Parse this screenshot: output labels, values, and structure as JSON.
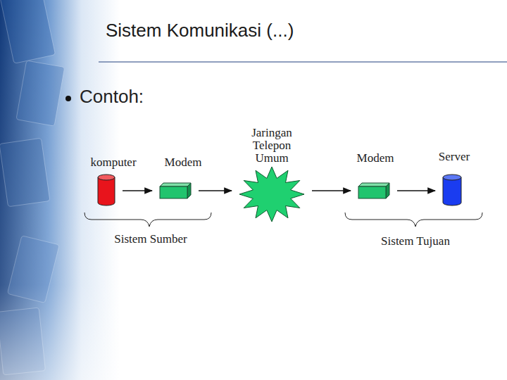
{
  "diagram": {
    "title": "Sistem Komunikasi (...)",
    "nodes": [
      {
        "text": [
          "komputer"
        ]
      },
      {
        "text": [
          "Modem"
        ]
      },
      {
        "text": [
          "Jaringan Telepon Umum"
        ]
      },
      {
        "text": [
          "Modem"
        ]
      },
      {
        "text": [
          "Server"
        ]
      }
    ],
    "edges": [
      {
        "from": 0,
        "to": 1,
        "arrow": "to"
      },
      {
        "from": 1,
        "to": 2,
        "arrow": "to"
      },
      {
        "from": 2,
        "to": 3,
        "arrow": "to"
      },
      {
        "from": 3,
        "to": 4,
        "arrow": "to"
      }
    ],
    "labels": [
      "Contoh:",
      "Sistem Sumber",
      "Sistem Tujuan"
    ]
  }
}
